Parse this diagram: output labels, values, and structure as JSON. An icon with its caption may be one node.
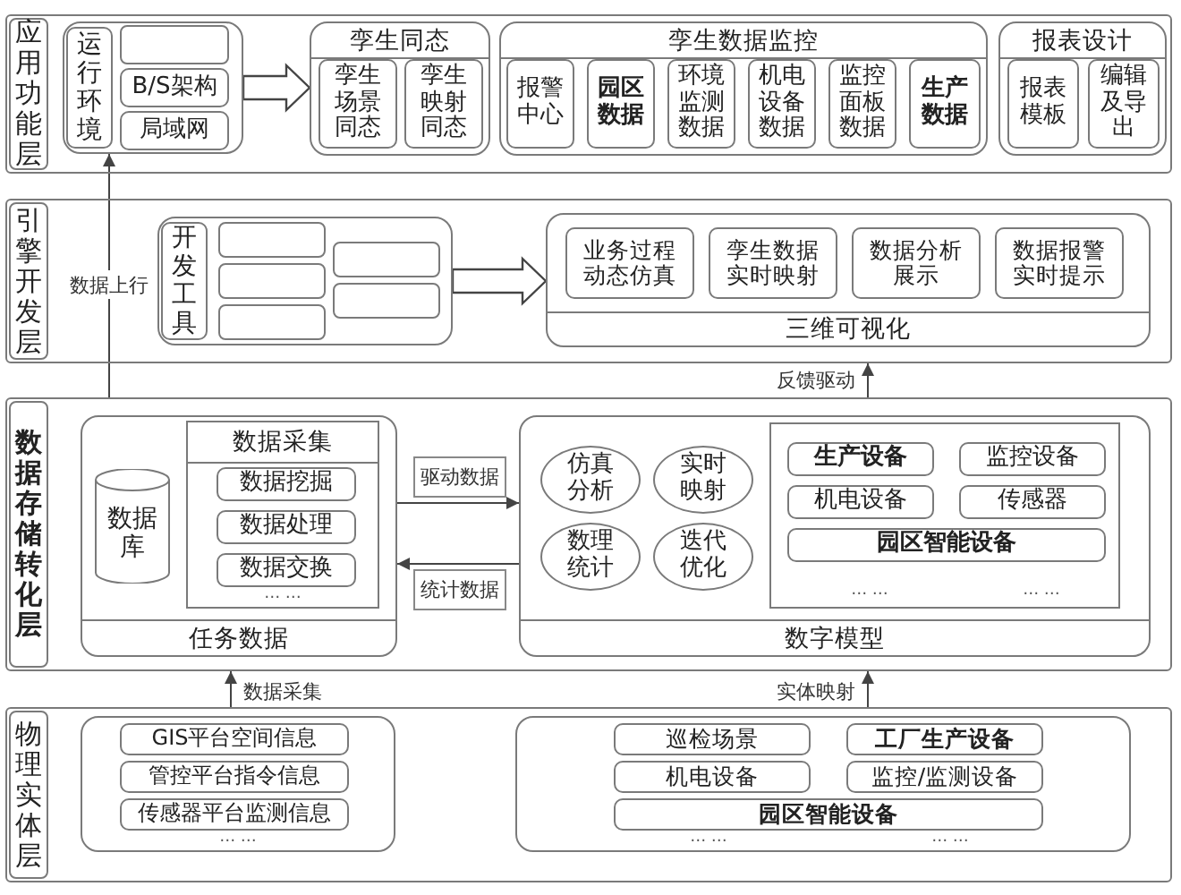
{
  "diagram": {
    "nodes": [
      {
        "text": [
          "应用功能层"
        ]
      },
      {
        "text": [
          "运行环境"
        ],
        "in": 0
      },
      {
        "text": [],
        "shape": "box",
        "in": 1
      },
      {
        "text": [
          "B/S架构"
        ],
        "in": 1
      },
      {
        "text": [
          "局域网"
        ],
        "in": 1
      },
      {
        "text": [
          "孪生同态"
        ],
        "in": 0
      },
      {
        "text": [
          "孪生场景同态"
        ],
        "in": 5
      },
      {
        "text": [
          "孪生映射同态"
        ],
        "in": 5
      },
      {
        "text": [
          "孪生数据监控"
        ],
        "in": 0
      },
      {
        "text": [
          "报警中心"
        ],
        "in": 8
      },
      {
        "text": [
          "园区数据"
        ],
        "in": 8
      },
      {
        "text": [
          "环境监测数据"
        ],
        "in": 8
      },
      {
        "text": [
          "机电设备数据"
        ],
        "in": 8
      },
      {
        "text": [
          "监控面板数据"
        ],
        "in": 8
      },
      {
        "text": [
          "生产数据"
        ],
        "in": 8
      },
      {
        "text": [
          "报表设计"
        ],
        "in": 0
      },
      {
        "text": [
          "报表模板"
        ],
        "in": 15
      },
      {
        "text": [
          "编辑及导出"
        ],
        "in": 15
      },
      {
        "text": [
          "引擎开发层"
        ]
      },
      {
        "text": [
          "开发工具"
        ],
        "in": 18
      },
      {
        "text": [],
        "shape": "box",
        "in": 19
      },
      {
        "text": [],
        "shape": "box",
        "in": 19
      },
      {
        "text": [],
        "shape": "box",
        "in": 19
      },
      {
        "text": [],
        "shape": "box",
        "in": 19
      },
      {
        "text": [],
        "shape": "box",
        "in": 19
      },
      {
        "text": [
          "三维可视化"
        ],
        "in": 18
      },
      {
        "text": [
          "业务过程动态仿真"
        ],
        "in": 25
      },
      {
        "text": [
          "孪生数据实时映射"
        ],
        "in": 25
      },
      {
        "text": [
          "数据分析展示"
        ],
        "in": 25
      },
      {
        "text": [
          "数据报警实时提示"
        ],
        "in": 25
      },
      {
        "text": [
          "数据存储转化层"
        ]
      },
      {
        "text": [
          "任务数据"
        ],
        "in": 30
      },
      {
        "text": [
          "数据库"
        ],
        "in": 31
      },
      {
        "text": [
          "数据采集",
          "… …"
        ],
        "in": 31
      },
      {
        "text": [
          "数据挖掘"
        ],
        "in": 33
      },
      {
        "text": [
          "数据处理"
        ],
        "in": 33
      },
      {
        "text": [
          "数据交换"
        ],
        "in": 33
      },
      {
        "text": [
          "数字模型"
        ],
        "in": 30
      },
      {
        "text": [
          "仿真分析"
        ],
        "in": 37
      },
      {
        "text": [
          "实时映射"
        ],
        "in": 37
      },
      {
        "text": [
          "数理统计"
        ],
        "in": 37
      },
      {
        "text": [
          "迭代优化"
        ],
        "in": 37
      },
      {
        "text": [
          "… …",
          "… …"
        ],
        "in": 37
      },
      {
        "text": [
          "生产设备"
        ],
        "in": 42
      },
      {
        "text": [
          "监控设备"
        ],
        "in": 42
      },
      {
        "text": [
          "机电设备"
        ],
        "in": 42
      },
      {
        "text": [
          "传感器"
        ],
        "in": 42
      },
      {
        "text": [
          "园区智能设备"
        ],
        "in": 42
      },
      {
        "text": [
          "物理实体层"
        ]
      },
      {
        "text": [
          "… …"
        ],
        "in": 48
      },
      {
        "text": [
          "GIS平台空间信息"
        ],
        "in": 49
      },
      {
        "text": [
          "管控平台指令信息"
        ],
        "in": 49
      },
      {
        "text": [
          "传感器平台监测信息"
        ],
        "in": 49
      },
      {
        "text": [
          "… …",
          "… …"
        ],
        "in": 48
      },
      {
        "text": [
          "巡检场景"
        ],
        "in": 53
      },
      {
        "text": [
          "工厂生产设备"
        ],
        "in": 53
      },
      {
        "text": [
          "机电设备"
        ],
        "in": 53
      },
      {
        "text": [
          "监控/监测设备"
        ],
        "in": 53
      },
      {
        "text": [
          "园区智能设备"
        ],
        "in": 53
      }
    ],
    "edges": [
      {
        "from": 1,
        "to": 5,
        "arrow": "to",
        "style": "thick"
      },
      {
        "from": 30,
        "to": 1,
        "arrow": "to",
        "label": "数据上行"
      },
      {
        "from": 19,
        "to": 25,
        "arrow": "to",
        "style": "thick"
      },
      {
        "from": 30,
        "to": 18,
        "arrow": "to",
        "label": "反馈驱动"
      },
      {
        "from": 31,
        "to": 37,
        "arrow": "to",
        "label": "驱动数据"
      },
      {
        "from": 37,
        "to": 31,
        "arrow": "to",
        "label": "统计数据"
      },
      {
        "from": 48,
        "to": 30,
        "arrow": "to",
        "label": "数据采集"
      },
      {
        "from": 48,
        "to": 30,
        "arrow": "to",
        "label": "实体映射"
      }
    ]
  }
}
